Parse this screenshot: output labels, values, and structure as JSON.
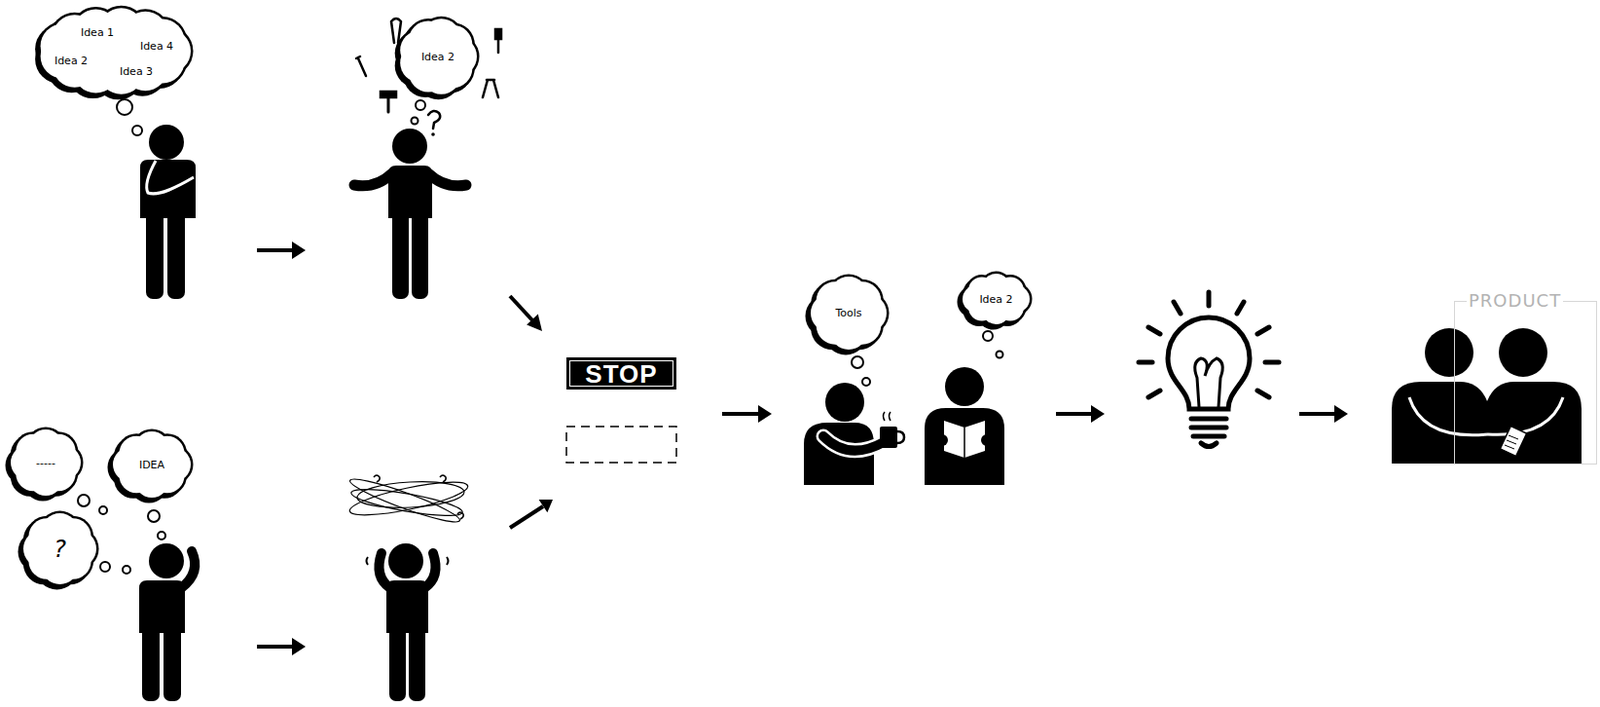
{
  "diagram": {
    "nodes": [
      {
        "text": [
          "Idea 1",
          "Idea 4",
          "Idea 2",
          "Idea 3"
        ]
      },
      {
        "text": [
          "Idea 2"
        ]
      },
      {
        "text": [
          "-----"
        ]
      },
      {
        "text": [
          "IDEA"
        ]
      },
      {
        "text": [
          "?"
        ]
      },
      {
        "text": [
          "STOP"
        ]
      },
      {
        "text": [
          "Tools"
        ]
      },
      {
        "text": [
          "Idea 2"
        ]
      },
      {
        "text": [
          "PRODUCT"
        ]
      }
    ]
  }
}
